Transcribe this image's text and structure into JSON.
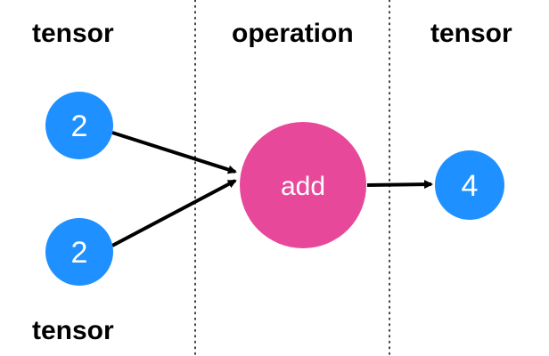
{
  "headers": {
    "left": "tensor",
    "middle": "operation",
    "right": "tensor",
    "bottom_left": "tensor"
  },
  "nodes": {
    "input_a": "2",
    "input_b": "2",
    "operation": "add",
    "output": "4"
  },
  "colors": {
    "tensor": "#1e90ff",
    "operation": "#e8489a",
    "arrow": "#000000",
    "divider": "#000000"
  }
}
